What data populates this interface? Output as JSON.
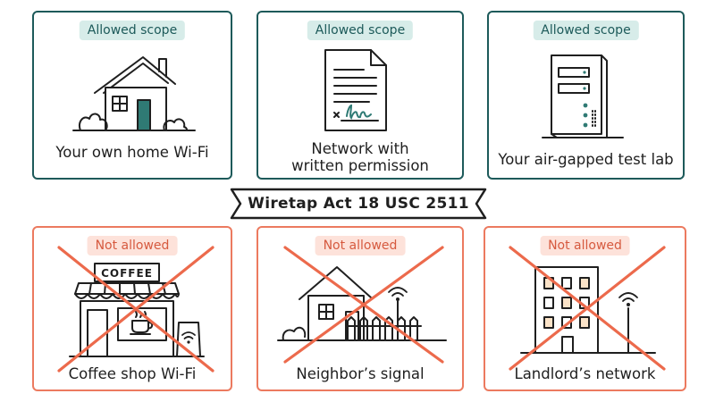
{
  "allowed": {
    "badge": "Allowed scope",
    "cards": [
      {
        "caption_lines": [
          "Your own home Wi-Fi"
        ]
      },
      {
        "caption_lines": [
          "Network with",
          "written permission"
        ]
      },
      {
        "caption_lines": [
          "Your air-gapped test lab"
        ]
      }
    ]
  },
  "not_allowed": {
    "badge": "Not allowed",
    "cards": [
      {
        "caption_lines": [
          "Coffee shop Wi-Fi"
        ],
        "sign": "COFFEE"
      },
      {
        "caption_lines": [
          "Neighbor’s signal"
        ]
      },
      {
        "caption_lines": [
          "Landlord’s network"
        ]
      }
    ]
  },
  "banner": {
    "text": "Wiretap Act 18 USC 2511"
  },
  "colors": {
    "allowed_border": "#1d5a5a",
    "allowed_badge_bg": "#d7ece9",
    "not_allowed_border": "#ec7a5f",
    "not_allowed_badge_bg": "#fde2da",
    "cross": "#ec6a4c",
    "door": "#2f7a74"
  },
  "icons": [
    "house-icon",
    "document-icon",
    "signature-icon",
    "server-tower-icon",
    "coffee-shop-icon",
    "wifi-icon",
    "neighbor-house-icon",
    "apartment-building-icon",
    "cross-out-icon"
  ]
}
